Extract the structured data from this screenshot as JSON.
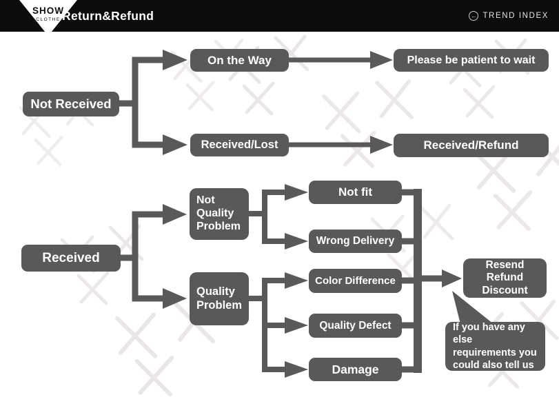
{
  "header": {
    "logo_line1": "SHOW",
    "logo_line2": "CLOTHE",
    "title": "Return&Refund",
    "trend_index_label": "TREND INDEX"
  },
  "colors": {
    "header_bg": "#0c0c0c",
    "node_fill": "#595959",
    "node_text": "#ffffff",
    "watermark": "#ddd0d0"
  },
  "nodes": {
    "not_received": "Not Received",
    "on_the_way": "On the Way",
    "please_be_patient": "Please be patient to wait",
    "received_lost": "Received/Lost",
    "received_refund": "Received/Refund",
    "received": "Received",
    "not_quality_problem": [
      "Not",
      "Quality",
      "Problem"
    ],
    "quality_problem": [
      "Quality",
      "Problem"
    ],
    "not_fit": "Not fit",
    "wrong_delivery": "Wrong Delivery",
    "color_difference": "Color Difference",
    "quality_defect": "Quality Defect",
    "damage": "Damage",
    "resend_refund_discount": [
      "Resend",
      "Refund",
      "Discount"
    ]
  },
  "note_bubble": [
    "If you have any else",
    "requirements you",
    "could also tell us"
  ],
  "edges": [
    {
      "from": "not_received",
      "to": "on_the_way"
    },
    {
      "from": "not_received",
      "to": "received_lost"
    },
    {
      "from": "on_the_way",
      "to": "please_be_patient"
    },
    {
      "from": "received_lost",
      "to": "received_refund"
    },
    {
      "from": "received",
      "to": "not_quality_problem"
    },
    {
      "from": "received",
      "to": "quality_problem"
    },
    {
      "from": "not_quality_problem",
      "to": "not_fit"
    },
    {
      "from": "not_quality_problem",
      "to": "wrong_delivery"
    },
    {
      "from": "quality_problem",
      "to": "color_difference"
    },
    {
      "from": "quality_problem",
      "to": "quality_defect"
    },
    {
      "from": "quality_problem",
      "to": "damage"
    },
    {
      "from": "not_fit",
      "to": "resend_refund_discount"
    },
    {
      "from": "wrong_delivery",
      "to": "resend_refund_discount"
    },
    {
      "from": "color_difference",
      "to": "resend_refund_discount"
    },
    {
      "from": "quality_defect",
      "to": "resend_refund_discount"
    },
    {
      "from": "damage",
      "to": "resend_refund_discount"
    }
  ]
}
